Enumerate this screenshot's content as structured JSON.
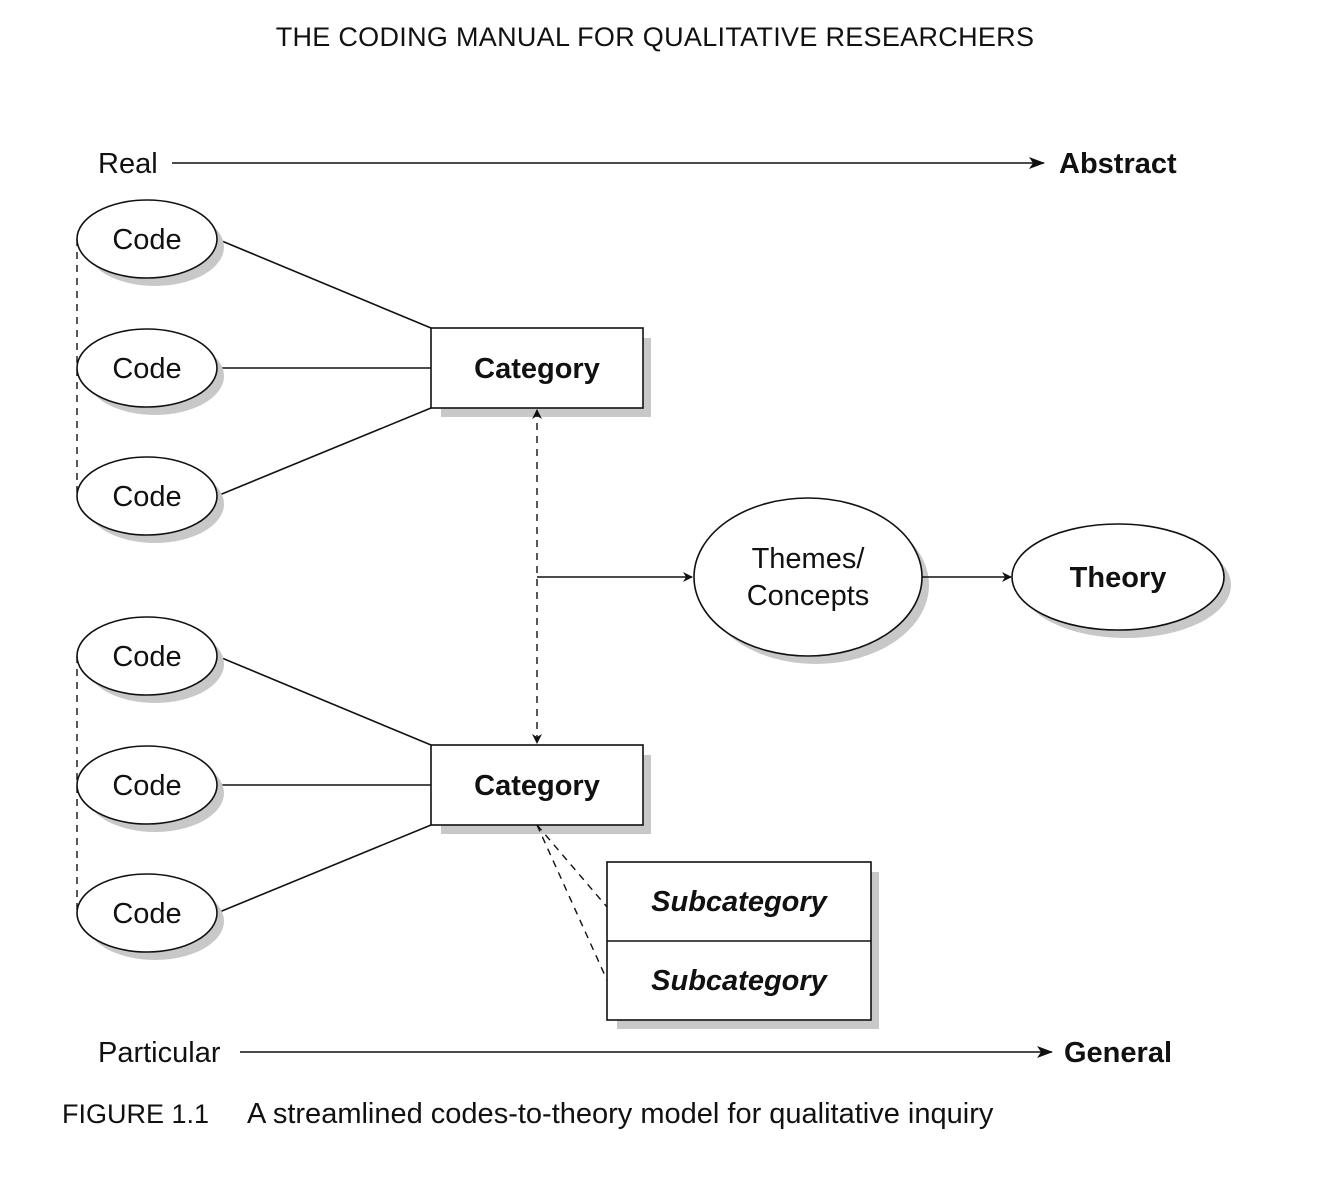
{
  "header": {
    "running_title": "THE CODING MANUAL FOR QUALITATIVE RESEARCHERS"
  },
  "axes": {
    "top": {
      "start": "Real",
      "end": "Abstract"
    },
    "bottom": {
      "start": "Particular",
      "end": "General"
    }
  },
  "groups": [
    {
      "codes": [
        "Code",
        "Code",
        "Code"
      ],
      "category": "Category"
    },
    {
      "codes": [
        "Code",
        "Code",
        "Code"
      ],
      "category": "Category",
      "subcategories": [
        "Subcategory",
        "Subcategory"
      ]
    }
  ],
  "themes": {
    "line1": "Themes/",
    "line2": "Concepts"
  },
  "theory": "Theory",
  "caption": {
    "figure_number": "FIGURE 1.1",
    "text": "A streamlined codes-to-theory model for qualitative inquiry"
  }
}
